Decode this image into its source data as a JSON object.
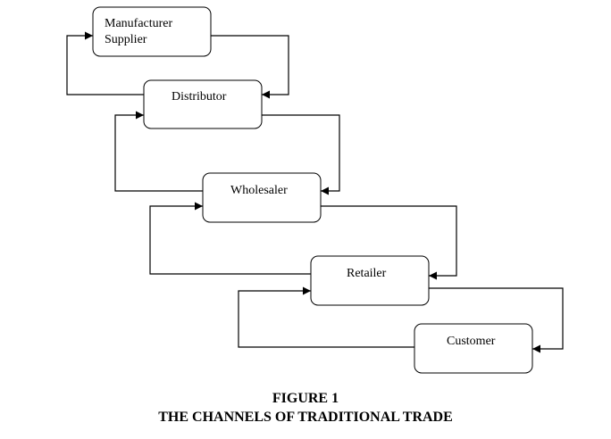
{
  "nodes": [
    {
      "id": "manufacturer",
      "lines": [
        "Manufacturer",
        "Supplier"
      ]
    },
    {
      "id": "distributor",
      "lines": [
        "Distributor"
      ]
    },
    {
      "id": "wholesaler",
      "lines": [
        "Wholesaler"
      ]
    },
    {
      "id": "retailer",
      "lines": [
        "Retailer"
      ]
    },
    {
      "id": "customer",
      "lines": [
        "Customer"
      ]
    }
  ],
  "caption": {
    "number": "FIGURE 1",
    "title": "THE CHANNELS OF TRADITIONAL TRADE"
  },
  "colors": {
    "line": "#000000",
    "box_fill": "#ffffff"
  }
}
